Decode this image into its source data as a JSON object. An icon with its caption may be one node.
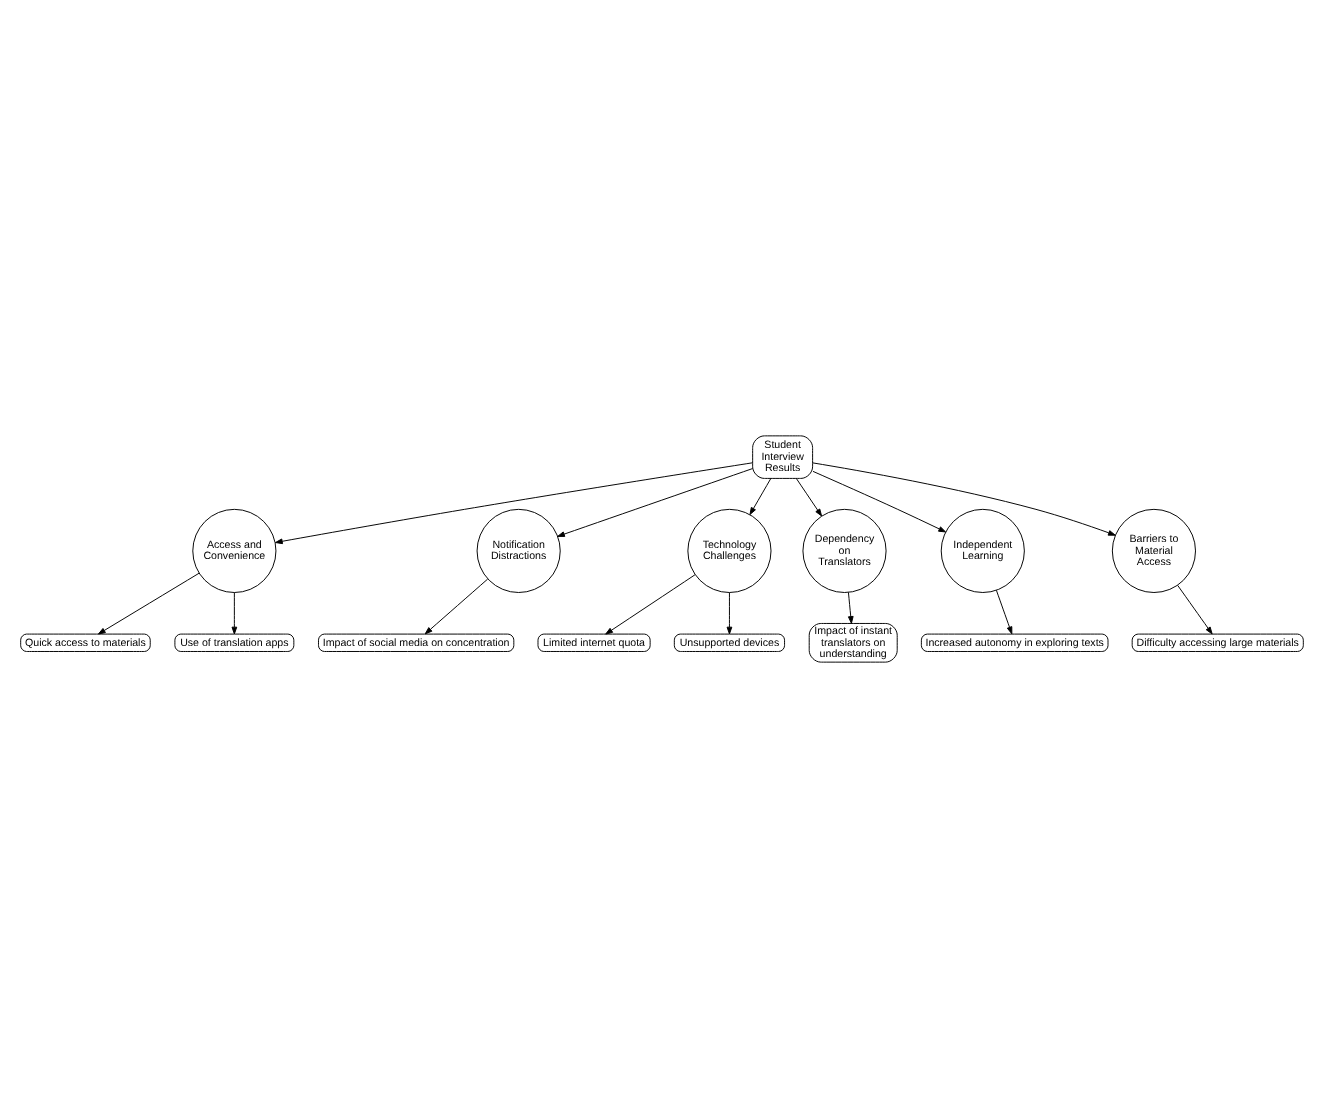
{
  "diagram": {
    "nodes": [
      {
        "text": [
          "Student Interview Results"
        ]
      },
      {
        "text": [
          "Access and Convenience"
        ]
      },
      {
        "text": [
          "Quick access to materials"
        ]
      },
      {
        "text": [
          "Use of translation apps"
        ]
      },
      {
        "text": [
          "Notification Distractions"
        ]
      },
      {
        "text": [
          "Impact of social media on concentration"
        ]
      },
      {
        "text": [
          "Technology Challenges"
        ]
      },
      {
        "text": [
          "Limited internet quota"
        ]
      },
      {
        "text": [
          "Unsupported devices"
        ]
      },
      {
        "text": [
          "Dependency on Translators"
        ]
      },
      {
        "text": [
          "Impact of instant translators on understanding"
        ]
      },
      {
        "text": [
          "Independent Learning"
        ]
      },
      {
        "text": [
          "Increased autonomy in exploring texts"
        ]
      },
      {
        "text": [
          "Barriers to Material Access"
        ]
      },
      {
        "text": [
          "Difficulty accessing large materials"
        ]
      }
    ],
    "edges": [
      {
        "from": 0,
        "to": 1,
        "arrow": "to"
      },
      {
        "from": 0,
        "to": 4,
        "arrow": "to"
      },
      {
        "from": 0,
        "to": 6,
        "arrow": "to"
      },
      {
        "from": 0,
        "to": 9,
        "arrow": "to"
      },
      {
        "from": 0,
        "to": 11,
        "arrow": "to"
      },
      {
        "from": 0,
        "to": 13,
        "arrow": "to"
      },
      {
        "from": 1,
        "to": 2,
        "arrow": "to"
      },
      {
        "from": 1,
        "to": 3,
        "arrow": "to"
      },
      {
        "from": 4,
        "to": 5,
        "arrow": "to"
      },
      {
        "from": 6,
        "to": 7,
        "arrow": "to"
      },
      {
        "from": 6,
        "to": 8,
        "arrow": "to"
      },
      {
        "from": 9,
        "to": 10,
        "arrow": "to"
      },
      {
        "from": 11,
        "to": 12,
        "arrow": "to"
      },
      {
        "from": 13,
        "to": 14,
        "arrow": "to"
      }
    ]
  }
}
